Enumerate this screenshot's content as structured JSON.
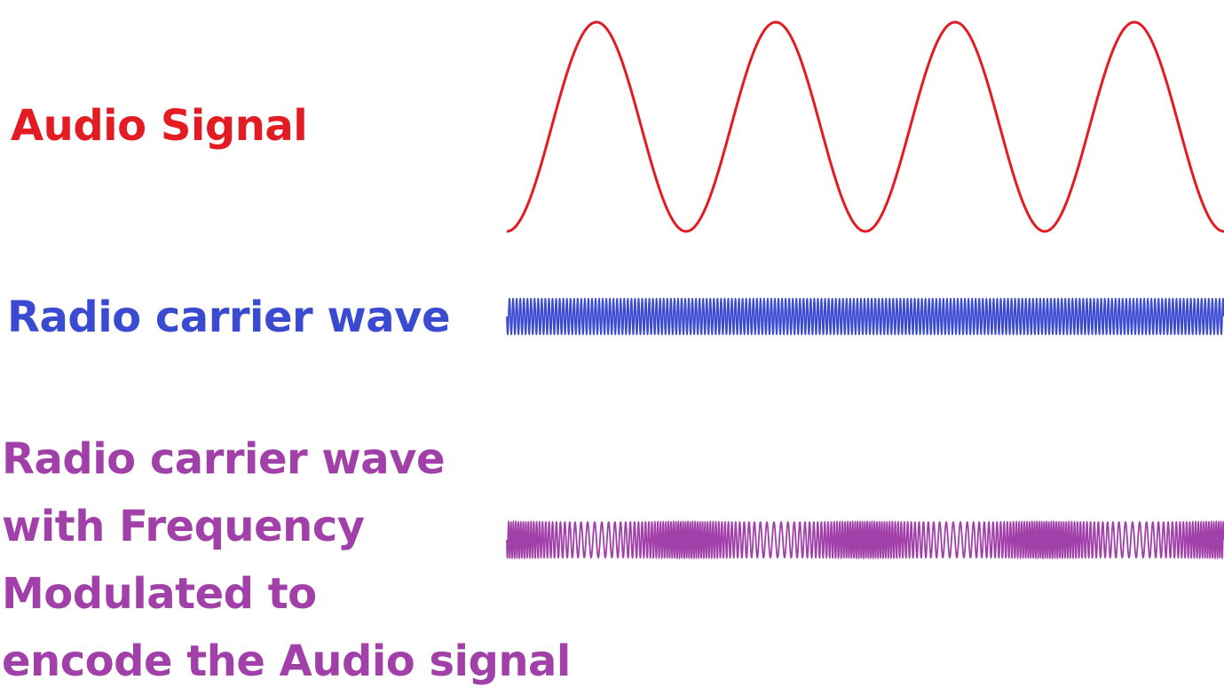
{
  "labels": {
    "audio": "Audio Signal",
    "carrier": "Radio carrier wave",
    "fm_lines": [
      "Radio carrier wave",
      "with Frequency",
      "Modulated to",
      "encode the Audio signal"
    ]
  },
  "colors": {
    "audio": "#e31b23",
    "carrier": "#3b4bd1",
    "fm": "#a040a8"
  },
  "waves": {
    "audio_cycles": 4,
    "carrier_cycles": 200,
    "fm_base_cycles": 200,
    "fm_deviation": 0.5
  }
}
